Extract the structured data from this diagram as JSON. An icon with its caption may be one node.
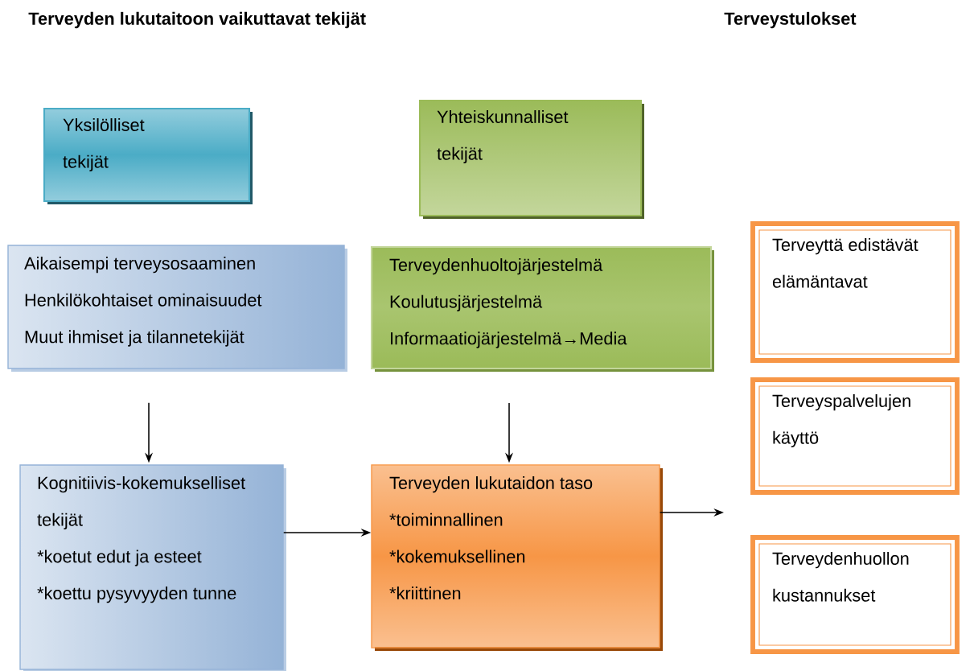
{
  "diagram": {
    "title": "Terveyden lukutaitoon vaikuttavat tekijät",
    "nodes": [
      {
        "text": [
          "Yksilölliset tekijät"
        ]
      },
      {
        "text": [
          "Yhteiskunnalliset tekijät"
        ]
      },
      {
        "text": [
          "Aikaisempi terveysosaaminen",
          "Henkilökohtaiset ominaisuudet",
          "Muut ihmiset ja tilannetekijät"
        ]
      },
      {
        "text": [
          "Terveydenhuoltojärjestelmä",
          "Koulutusjärjestelmä",
          "Informaatiojärjestelmä→Media"
        ]
      },
      {
        "text": [
          "Kognitiivis-kokemukselliset tekijät",
          "*koetut edut ja esteet",
          "*koettu pysyvyyden tunne"
        ]
      },
      {
        "text": [
          "Terveyden lukutaidon taso",
          "*toiminnallinen",
          "*kokemuksellinen",
          "*kriittinen"
        ]
      },
      {
        "text": [
          "Terveyttä edistävät elämäntavat"
        ]
      },
      {
        "text": [
          "Terveyspalvelujen käyttö"
        ]
      },
      {
        "text": [
          "Terveydenhuollon kustannukset"
        ]
      }
    ],
    "edges": [
      {
        "from": 2,
        "to": 4,
        "arrow": "to"
      },
      {
        "from": 3,
        "to": 5,
        "arrow": "to"
      },
      {
        "from": 4,
        "to": 5,
        "arrow": "to"
      },
      {
        "from": 5,
        "to": null,
        "arrow": "to"
      }
    ],
    "labels": [
      "Terveystulokset"
    ]
  }
}
